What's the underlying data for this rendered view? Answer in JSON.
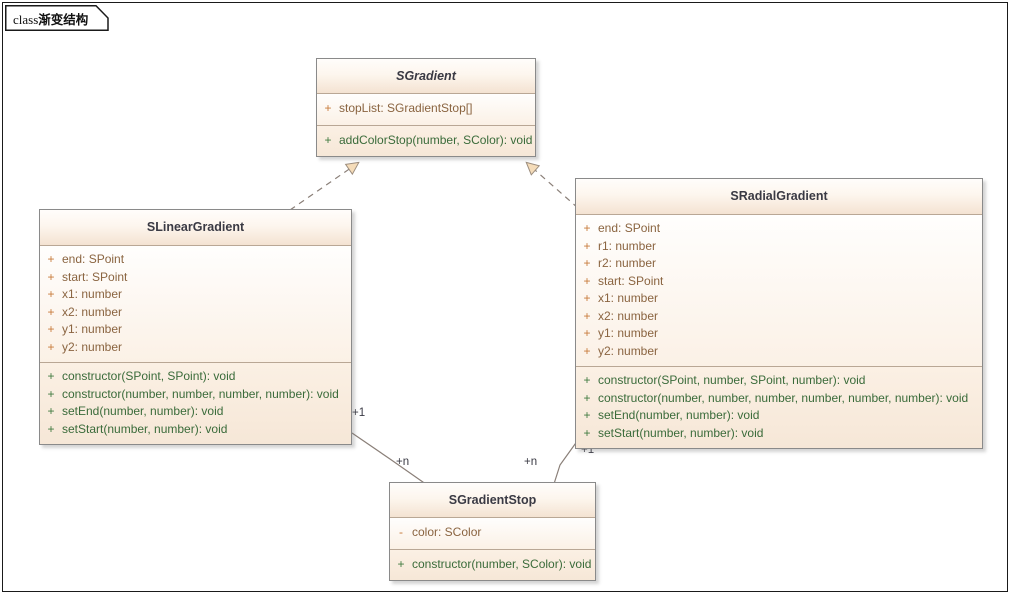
{
  "frame": {
    "keyword": "class",
    "title": "渐变结构"
  },
  "diagram": {
    "type": "uml-class-diagram",
    "colors": {
      "frame_border": "#1a1a1a",
      "class_border": "#8a8a8a",
      "header_fill": "#f4e3d2",
      "attribute_fill": "#fbf1e6",
      "operation_fill": "#f6e7d7",
      "attribute_text": "#8a6440",
      "operation_text": "#3a6b3a",
      "attribute_visibility": "#c77a3a",
      "operation_visibility": "#3f7a3f",
      "title_text": "#3a3a44",
      "connector": "#8a7f78",
      "arrowhead_fill": "#f5dcb9"
    },
    "classes": [
      {
        "id": "sgradient",
        "name": "SGradient",
        "abstract": true,
        "attributes": [
          {
            "visibility": "+",
            "signature": "stopList: SGradientStop[]"
          }
        ],
        "operations": [
          {
            "visibility": "+",
            "signature": "addColorStop(number, SColor): void"
          }
        ]
      },
      {
        "id": "slineargradient",
        "name": "SLinearGradient",
        "abstract": false,
        "attributes": [
          {
            "visibility": "+",
            "signature": "end: SPoint"
          },
          {
            "visibility": "+",
            "signature": "start: SPoint"
          },
          {
            "visibility": "+",
            "signature": "x1: number"
          },
          {
            "visibility": "+",
            "signature": "x2: number"
          },
          {
            "visibility": "+",
            "signature": "y1: number"
          },
          {
            "visibility": "+",
            "signature": "y2: number"
          }
        ],
        "operations": [
          {
            "visibility": "+",
            "signature": "constructor(SPoint, SPoint): void"
          },
          {
            "visibility": "+",
            "signature": "constructor(number, number, number, number): void"
          },
          {
            "visibility": "+",
            "signature": "setEnd(number, number): void"
          },
          {
            "visibility": "+",
            "signature": "setStart(number, number): void"
          }
        ]
      },
      {
        "id": "sradialgradient",
        "name": "SRadialGradient",
        "abstract": false,
        "attributes": [
          {
            "visibility": "+",
            "signature": "end: SPoint"
          },
          {
            "visibility": "+",
            "signature": "r1: number"
          },
          {
            "visibility": "+",
            "signature": "r2: number"
          },
          {
            "visibility": "+",
            "signature": "start: SPoint"
          },
          {
            "visibility": "+",
            "signature": "x1: number"
          },
          {
            "visibility": "+",
            "signature": "x2: number"
          },
          {
            "visibility": "+",
            "signature": "y1: number"
          },
          {
            "visibility": "+",
            "signature": "y2: number"
          }
        ],
        "operations": [
          {
            "visibility": "+",
            "signature": "constructor(SPoint, number, SPoint, number): void"
          },
          {
            "visibility": "+",
            "signature": "constructor(number, number, number, number, number, number): void"
          },
          {
            "visibility": "+",
            "signature": "setEnd(number, number): void"
          },
          {
            "visibility": "+",
            "signature": "setStart(number, number): void"
          }
        ]
      },
      {
        "id": "sgradientstop",
        "name": "SGradientStop",
        "abstract": false,
        "attributes": [
          {
            "visibility": "-",
            "signature": "color: SColor"
          }
        ],
        "operations": [
          {
            "visibility": "+",
            "signature": "constructor(number, SColor): void"
          }
        ]
      }
    ],
    "connectors": [
      {
        "id": "realize-linear",
        "kind": "realization",
        "style": "dashed",
        "arrow": "hollow-triangle",
        "from": "SLinearGradient",
        "to": "SGradient"
      },
      {
        "id": "realize-radial",
        "kind": "realization",
        "style": "dashed",
        "arrow": "hollow-triangle",
        "from": "SRadialGradient",
        "to": "SGradient"
      },
      {
        "id": "assoc-linear-stop",
        "kind": "association",
        "style": "solid",
        "arrow": "none",
        "from": "SLinearGradient",
        "to": "SGradientStop",
        "source_multiplicity": "+1",
        "target_multiplicity": "+n"
      },
      {
        "id": "assoc-radial-stop",
        "kind": "association",
        "style": "solid",
        "arrow": "none",
        "from": "SRadialGradient",
        "to": "SGradientStop",
        "source_multiplicity": "+1",
        "target_multiplicity": "+n"
      }
    ],
    "multiplicity_labels": [
      {
        "id": "mult-linear-1",
        "text": "+1"
      },
      {
        "id": "mult-linear-n",
        "text": "+n"
      },
      {
        "id": "mult-radial-n",
        "text": "+n"
      },
      {
        "id": "mult-radial-1",
        "text": "+1"
      }
    ]
  }
}
